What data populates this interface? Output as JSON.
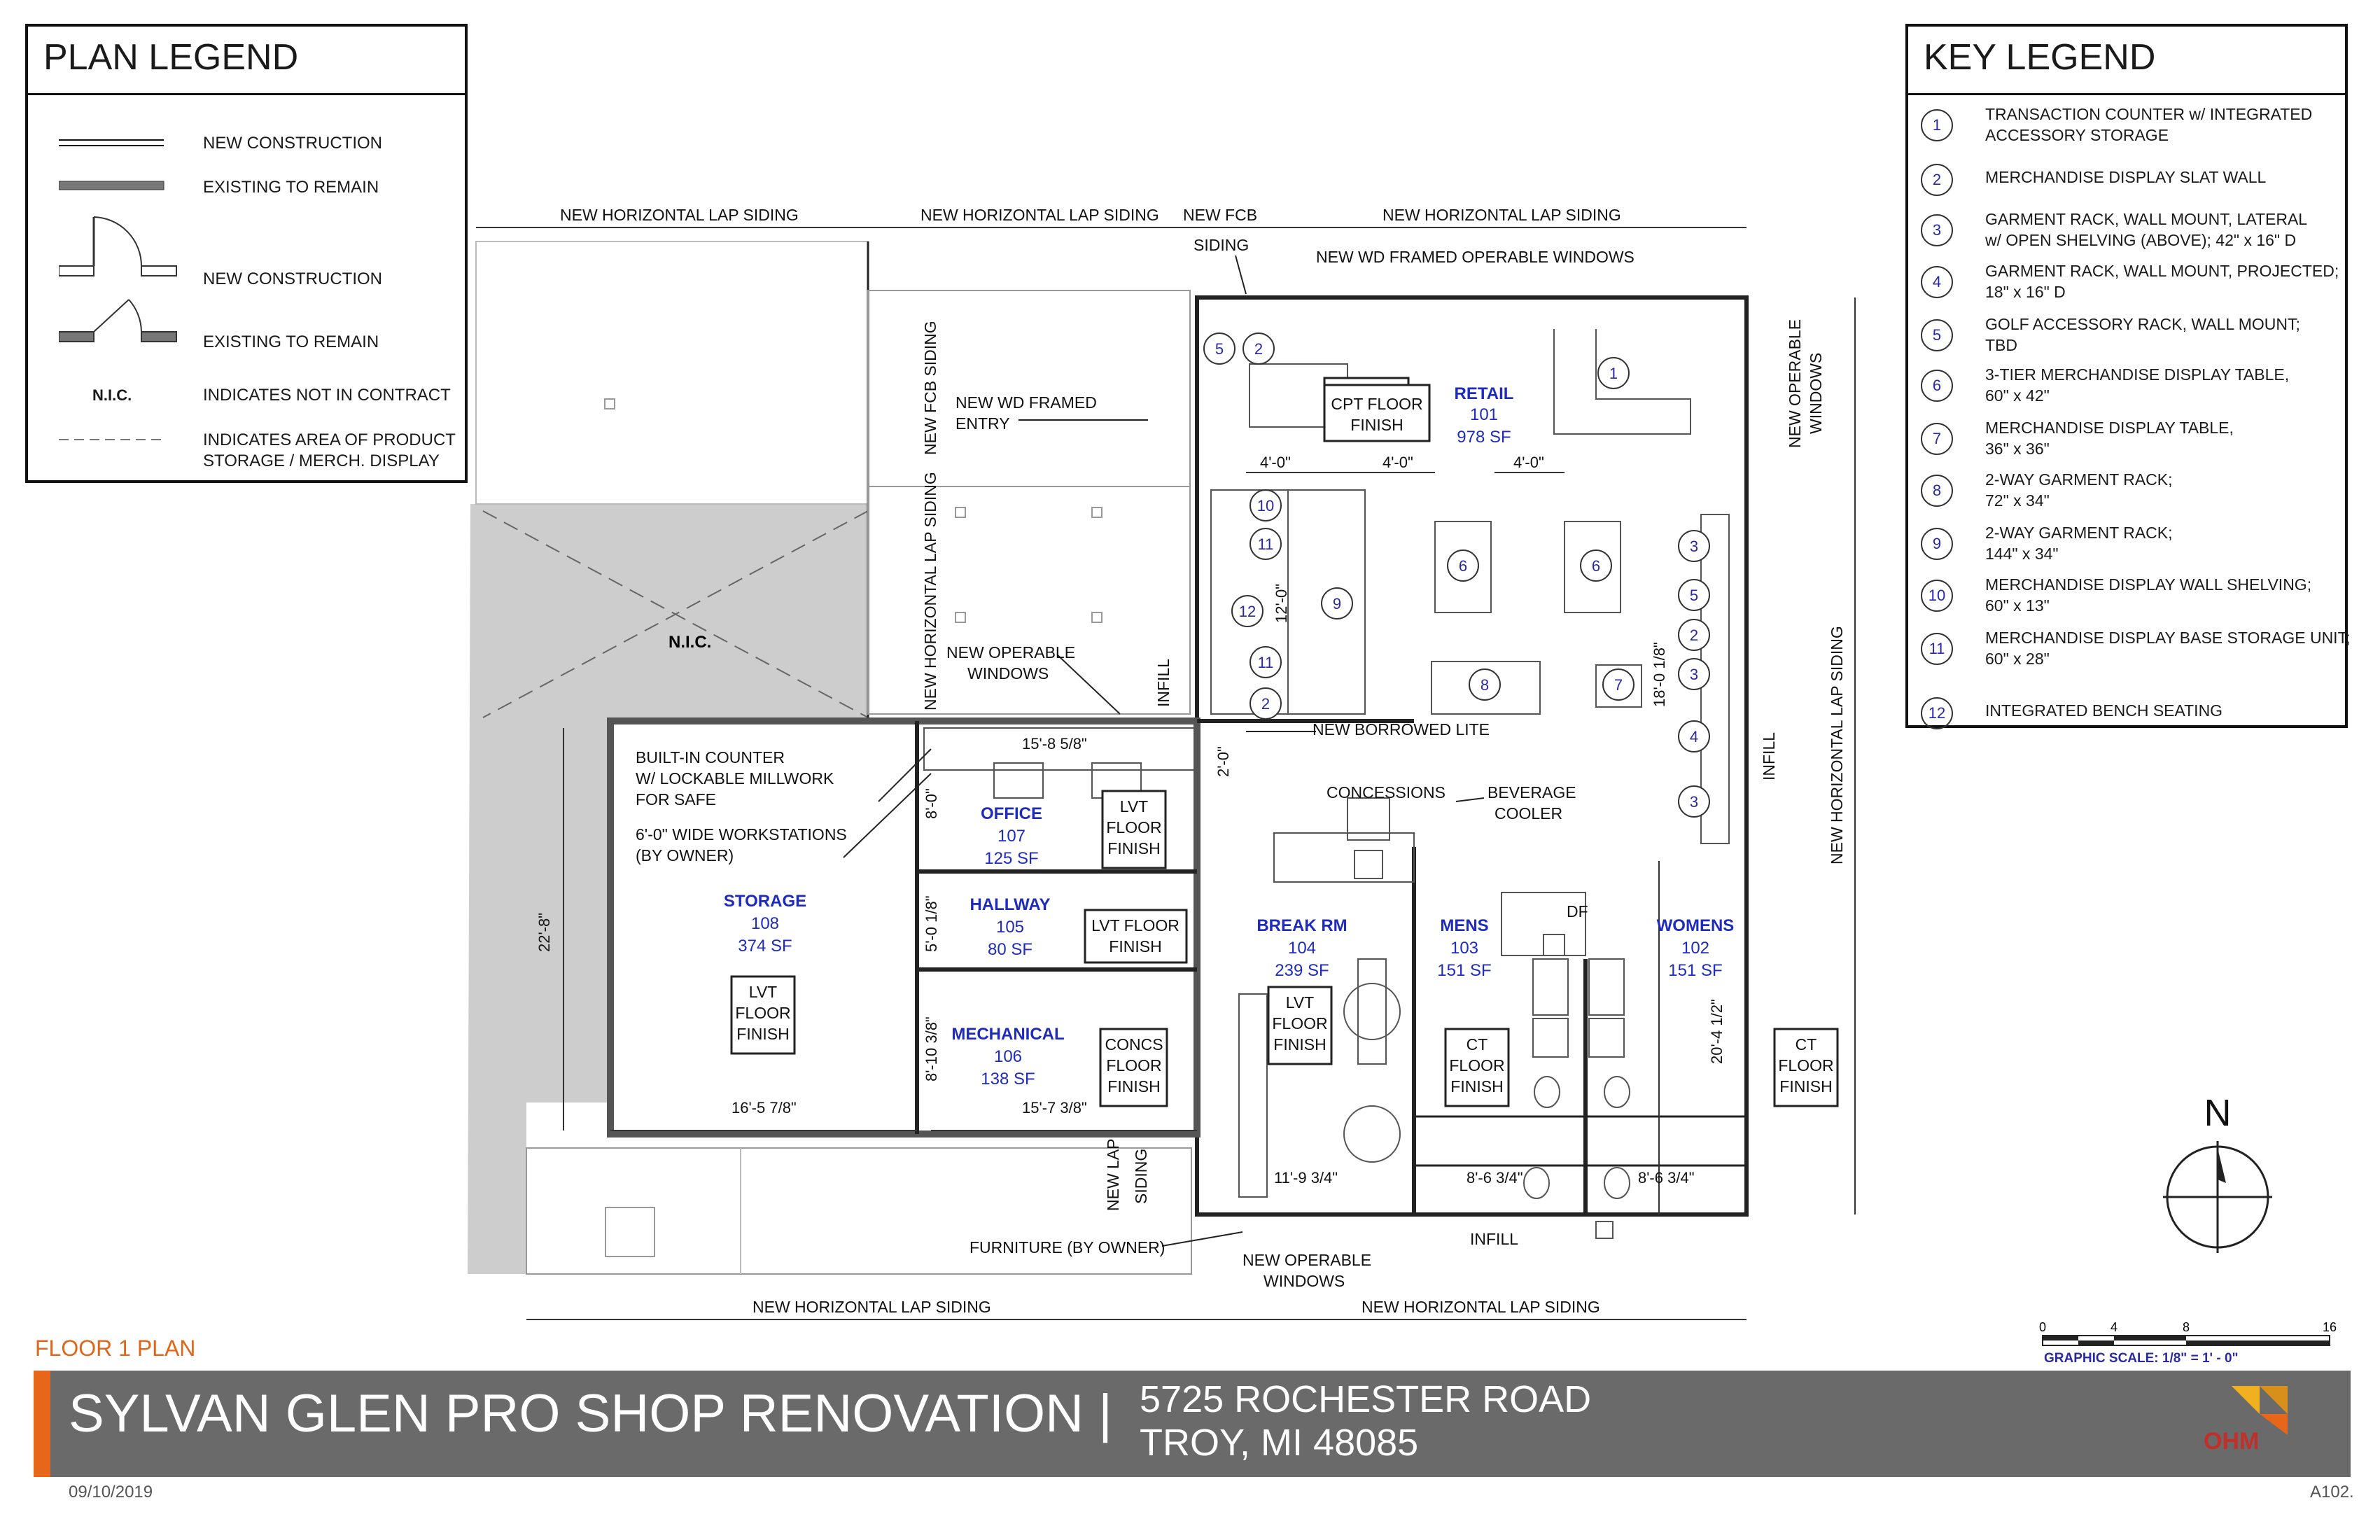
{
  "plan_legend": {
    "title": "PLAN LEGEND",
    "items": [
      {
        "symbol": "new-wall",
        "label": "NEW CONSTRUCTION"
      },
      {
        "symbol": "existing-wall",
        "label": "EXISTING TO REMAIN"
      },
      {
        "symbol": "new-door",
        "label": "NEW CONSTRUCTION"
      },
      {
        "symbol": "existing-door",
        "label": "EXISTING TO REMAIN"
      },
      {
        "symbol": "nic",
        "label": "INDICATES NOT IN CONTRACT",
        "abbr": "N.I.C."
      },
      {
        "symbol": "dashed",
        "label": "INDICATES AREA OF PRODUCT",
        "label2": "STORAGE / MERCH. DISPLAY"
      }
    ]
  },
  "key_legend": {
    "title": "KEY LEGEND",
    "items": [
      {
        "num": "1",
        "l1": "TRANSACTION COUNTER w/ INTEGRATED",
        "l2": "ACCESSORY STORAGE"
      },
      {
        "num": "2",
        "l1": "MERCHANDISE DISPLAY SLAT WALL",
        "l2": ""
      },
      {
        "num": "3",
        "l1": "GARMENT RACK, WALL MOUNT, LATERAL",
        "l2": "w/ OPEN SHELVING (ABOVE); 42\" x 16\" D"
      },
      {
        "num": "4",
        "l1": "GARMENT RACK, WALL MOUNT, PROJECTED;",
        "l2": "18\" x 16\" D"
      },
      {
        "num": "5",
        "l1": "GOLF ACCESSORY RACK, WALL MOUNT;",
        "l2": "TBD"
      },
      {
        "num": "6",
        "l1": "3-TIER MERCHANDISE DISPLAY TABLE,",
        "l2": "60\" x 42\""
      },
      {
        "num": "7",
        "l1": "MERCHANDISE DISPLAY TABLE,",
        "l2": "36\" x 36\""
      },
      {
        "num": "8",
        "l1": "2-WAY GARMENT RACK;",
        "l2": "72\" x 34\""
      },
      {
        "num": "9",
        "l1": "2-WAY GARMENT RACK;",
        "l2": "144\" x 34\""
      },
      {
        "num": "10",
        "l1": "MERCHANDISE DISPLAY WALL SHELVING;",
        "l2": "60\" x 13\""
      },
      {
        "num": "11",
        "l1": "MERCHANDISE DISPLAY BASE STORAGE UNIT;",
        "l2": "60\" x 28\""
      },
      {
        "num": "12",
        "l1": "INTEGRATED BENCH SEATING",
        "l2": ""
      }
    ]
  },
  "plan": {
    "nic": "N.I.C.",
    "rooms": {
      "retail": {
        "name": "RETAIL",
        "num": "101",
        "area": "978 SF"
      },
      "womens": {
        "name": "WOMENS",
        "num": "102",
        "area": "151 SF"
      },
      "mens": {
        "name": "MENS",
        "num": "103",
        "area": "151 SF"
      },
      "break": {
        "name": "BREAK RM",
        "num": "104",
        "area": "239 SF"
      },
      "hallway": {
        "name": "HALLWAY",
        "num": "105",
        "area": "80 SF"
      },
      "mechanical": {
        "name": "MECHANICAL",
        "num": "106",
        "area": "138 SF"
      },
      "office": {
        "name": "OFFICE",
        "num": "107",
        "area": "125 SF"
      },
      "storage": {
        "name": "STORAGE",
        "num": "108",
        "area": "374 SF"
      }
    },
    "siding": {
      "top1": "NEW HORIZONTAL LAP SIDING",
      "top2": "NEW HORIZONTAL LAP SIDING",
      "top3a": "NEW FCB",
      "top3b": "SIDING",
      "top4": "NEW HORIZONTAL LAP SIDING",
      "bottom1": "NEW HORIZONTAL LAP SIDING",
      "bottom2": "NEW HORIZONTAL LAP SIDING",
      "right": "NEW HORIZONTAL LAP SIDING",
      "left_fcb": "NEW FCB SIDING",
      "left_lap": "NEW HORIZONTAL LAP SIDING",
      "lap_a": "NEW LAP",
      "lap_b": "SIDING"
    },
    "notes": {
      "windows_top": "NEW WD FRAMED OPERABLE WINDOWS",
      "entry_a": "NEW WD FRAMED",
      "entry_b": "ENTRY",
      "op_win_a": "NEW OPERABLE",
      "op_win_b": "WINDOWS",
      "right_win_a": "NEW OPERABLE",
      "right_win_b": "WINDOWS",
      "infill": "INFILL",
      "borrowed": "NEW BORROWED LITE",
      "counter_a": "BUILT-IN COUNTER",
      "counter_b": "W/ LOCKABLE MILLWORK",
      "counter_c": "FOR SAFE",
      "ws_a": "6'-0\" WIDE WORKSTATIONS",
      "ws_b": "(BY OWNER)",
      "concessions": "CONCESSIONS",
      "bev_a": "BEVERAGE",
      "bev_b": "COOLER",
      "df": "DF",
      "furniture": "FURNITURE (BY OWNER)",
      "bottom_win_a": "NEW OPERABLE",
      "bottom_win_b": "WINDOWS",
      "cpt_a": "CPT FLOOR",
      "cpt_b": "FINISH",
      "lvt": "LVT",
      "floor": "FLOOR",
      "finish": "FINISH",
      "lvt_floor": "LVT FLOOR",
      "concs": "CONCS",
      "ct": "CT"
    },
    "dims": {
      "d1": "4'-0\"",
      "d2": "4'-0\"",
      "d3": "4'-0\"",
      "d12": "12'-0\"",
      "d18": "18'-0 1/8\"",
      "d15": "15'-8 5/8\"",
      "d2ft": "2'-0\"",
      "d8": "8'-0\"",
      "d5": "5'-0 1/8\"",
      "d810": "8'-10 3/8\"",
      "d22": "22'-8\"",
      "d16": "16'-5 7/8\"",
      "d157": "15'-7 3/8\"",
      "d119": "11'-9 3/4\"",
      "d86a": "8'-6 3/4\"",
      "d86b": "8'-6 3/4\"",
      "d204": "20'-4 1/2\""
    }
  },
  "compass": {
    "north": "N"
  },
  "scale": {
    "t0": "0",
    "t4": "4",
    "t8": "8",
    "t16": "16",
    "label": "GRAPHIC SCALE: 1/8\" = 1' - 0\""
  },
  "title_block": {
    "floor_label": "FLOOR 1 PLAN",
    "project": "SYLVAN GLEN PRO SHOP RENOVATION |",
    "address1": "5725 ROCHESTER ROAD",
    "address2": "TROY, MI 48085",
    "logo": "OHM",
    "date": "09/10/2019",
    "sheet": "A102."
  },
  "colors": {
    "accent": "#e8661a",
    "room_label": "#1f2bbf",
    "titlebar": "#6a6a6a",
    "key_num": "#2a2aa0"
  }
}
